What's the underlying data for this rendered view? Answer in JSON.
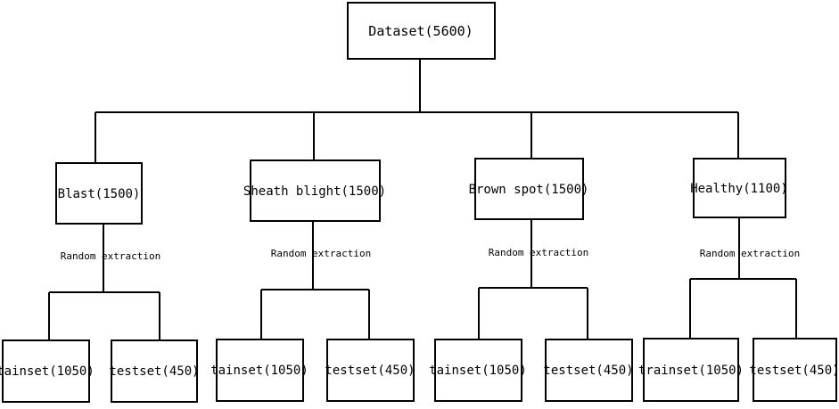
{
  "root": {
    "label": "Dataset(5600)"
  },
  "categories": [
    {
      "label": "Blast(1500)",
      "method": "Random extraction",
      "train": "tainset(1050)",
      "test": "testset(450)"
    },
    {
      "label": "Sheath blight(1500)",
      "method": "Random extraction",
      "train": "tainset(1050)",
      "test": "testset(450)"
    },
    {
      "label": "Brown spot(1500)",
      "method": "Random extraction",
      "train": "tainset(1050)",
      "test": "testset(450)"
    },
    {
      "label": "Healthy(1100)",
      "method": "Random extraction",
      "train": "trainset(1050)",
      "test": "testset(450)"
    }
  ]
}
